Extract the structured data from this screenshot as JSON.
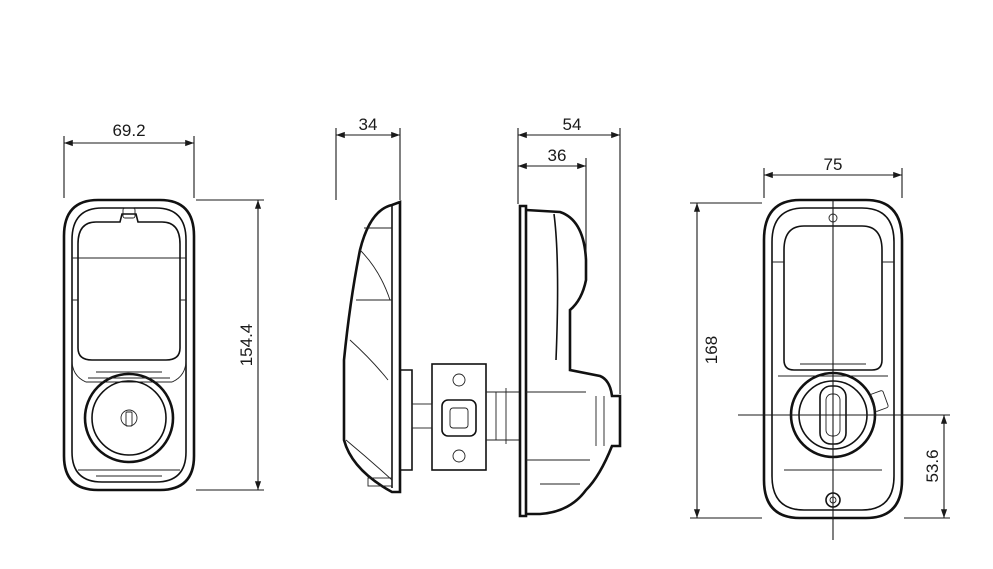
{
  "dimensions": {
    "front_width": "69.2",
    "front_height": "154.4",
    "side_depth": "34",
    "rear_depth_total": "54",
    "rear_depth_body": "36",
    "inside_width": "75",
    "inside_height": "168",
    "inside_knob_height": "53.6"
  }
}
